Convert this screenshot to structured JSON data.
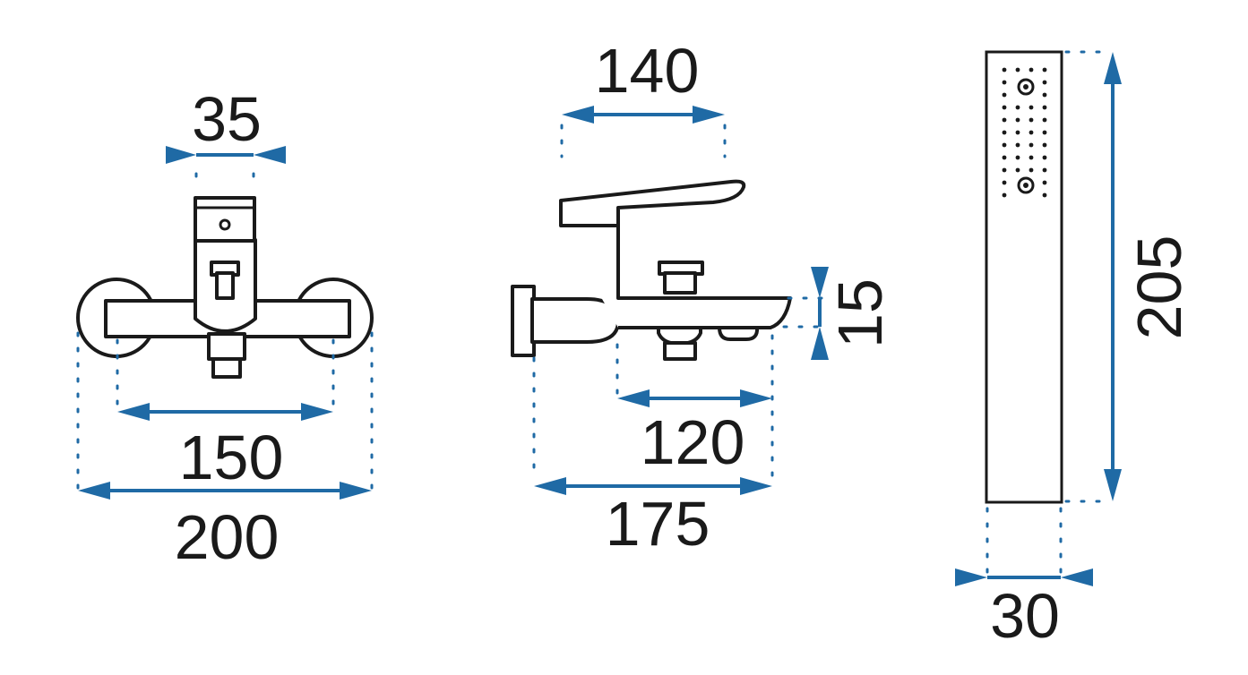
{
  "dimensions": {
    "front_overall_width": "200",
    "front_inlet_spacing": "150",
    "front_body_width": "35",
    "side_handle_length": "140",
    "side_spout_to_wall": "175",
    "side_spout_length": "120",
    "side_spout_height": "15",
    "shower_head_length": "205",
    "shower_head_width": "30"
  },
  "colors": {
    "dimension_lines": "#1f6aa5",
    "outline": "#1a1a1a",
    "background": "#ffffff"
  }
}
